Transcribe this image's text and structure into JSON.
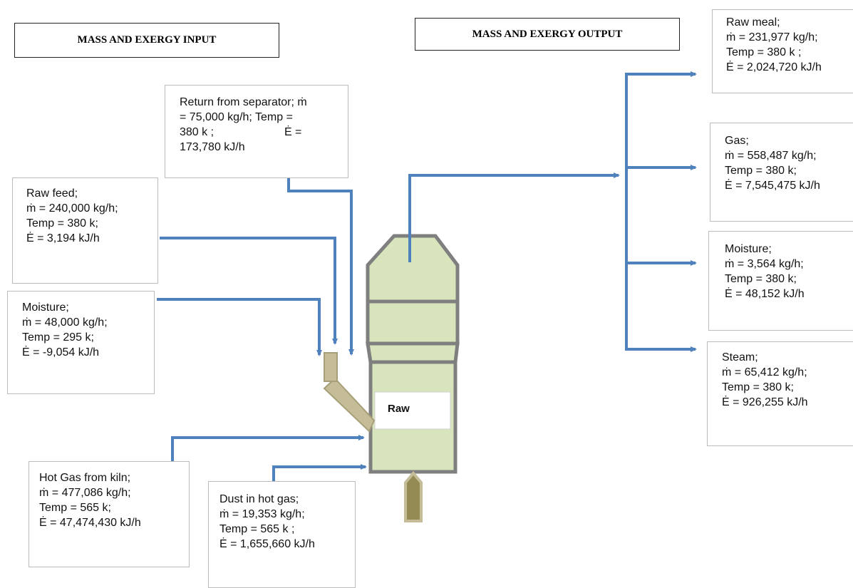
{
  "headers": {
    "input": "MASS AND EXERGY INPUT",
    "output": "MASS AND EXERGY OUTPUT"
  },
  "inputs": {
    "separator_return": {
      "l1": "Return from separator; ṁ",
      "l2": "= 75,000 kg/h;  Temp =",
      "l3a": "380 k ;",
      "l3b": "Ė =",
      "l4": "173,780 kJ/h"
    },
    "raw_feed": {
      "l1": "Raw feed;",
      "l2": " ṁ = 240,000 kg/h;",
      "l3": "Temp = 380 k;",
      "l4": "Ė = 3,194 kJ/h"
    },
    "moisture": {
      "l1": "Moisture;",
      "l2": "ṁ = 48,000 kg/h;",
      "l3": "Temp = 295 k;",
      "l4": " Ė = -9,054 kJ/h"
    },
    "hot_gas": {
      "l1": "Hot Gas from kiln;",
      "l2": "ṁ = 477,086 kg/h;",
      "l3": "Temp = 565 k;",
      "l4": " Ė = 47,474,430 kJ/h"
    },
    "dust": {
      "l1": "Dust in hot gas;",
      "l2": "ṁ = 19,353 kg/h;",
      "l3": "Temp = 565 k ;",
      "l4": " Ė = 1,655,660 kJ/h"
    }
  },
  "outputs": {
    "raw_meal": {
      "l1": "Raw meal;",
      "l2": "ṁ = 231,977 kg/h;",
      "l3": "Temp = 380 k ;",
      "l4": "  Ė = 2,024,720 kJ/h"
    },
    "gas": {
      "l1": "Gas;",
      "l2": " ṁ = 558,487 kg/h;",
      "l3": "Temp = 380 k;",
      "l4": "Ė = 7,545,475 kJ/h"
    },
    "moisture": {
      "l1": "Moisture;",
      "l2": "ṁ = 3,564 kg/h;",
      "l3": "Temp = 380 k;",
      "l4": " Ė = 48,152 kJ/h"
    },
    "steam": {
      "l1": "Steam;",
      "l2": "ṁ = 65,412 kg/h;",
      "l3": "Temp = 380 k;",
      "l4": " Ė = 926,255 kJ/h"
    }
  },
  "mill_label": "Raw",
  "colors": {
    "arrow": "#4f81bd",
    "mill_fill": "#d7e4bc",
    "mill_border": "#7f7f7f",
    "chute_fill": "#c4bd97",
    "hopper_fill": "#948a54"
  }
}
